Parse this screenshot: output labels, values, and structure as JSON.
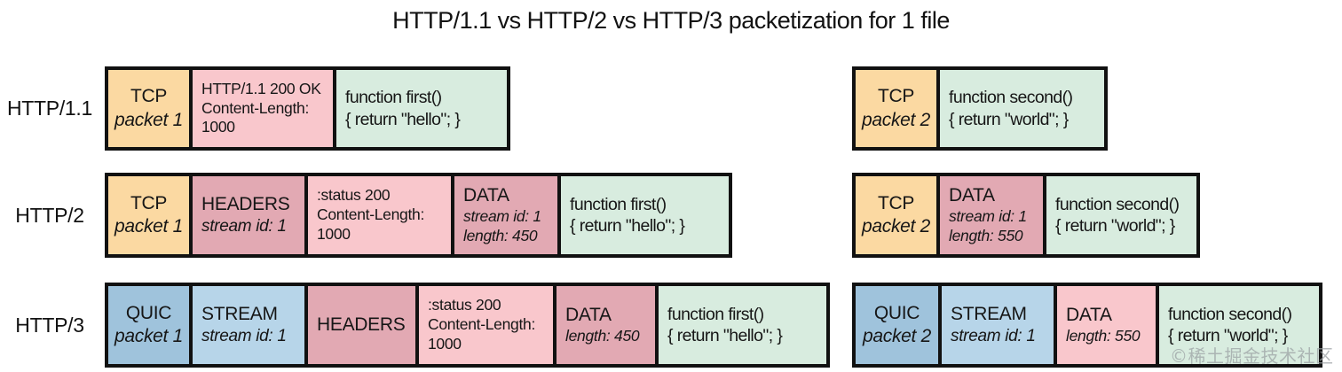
{
  "title": "HTTP/1.1 vs HTTP/2 vs HTTP/3 packetization for 1 file",
  "watermark": "©稀土掘金技术社区",
  "colors": {
    "tcp_quic_header_orange": "#fbd9a2",
    "frame_header_mauve": "#e2a9b3",
    "http_header_content_pink": "#f9c7cc",
    "payload_green": "#d8ecdf",
    "quic_header_blue": "#9fc3dc",
    "stream_frame_blue": "#b7d5e9",
    "border_black": "#111111",
    "background": "#ffffff"
  },
  "rows": [
    {
      "label": "HTTP/1.1",
      "packets": [
        {
          "cells": [
            {
              "kind": "tcp-header",
              "lines": [
                "TCP",
                "packet 1"
              ]
            },
            {
              "kind": "http-headers",
              "lines": [
                "HTTP/1.1 200 OK",
                "Content-Length:",
                "1000"
              ]
            },
            {
              "kind": "file-payload",
              "lines": [
                "function first()",
                "{ return \"hello\"; }"
              ]
            }
          ]
        },
        {
          "cells": [
            {
              "kind": "tcp-header",
              "lines": [
                "TCP",
                "packet 2"
              ]
            },
            {
              "kind": "file-payload",
              "lines": [
                "function second()",
                "{ return \"world\"; }"
              ]
            }
          ]
        }
      ]
    },
    {
      "label": "HTTP/2",
      "packets": [
        {
          "cells": [
            {
              "kind": "tcp-header",
              "lines": [
                "TCP",
                "packet 1"
              ]
            },
            {
              "kind": "headers-frame",
              "lines": [
                "HEADERS",
                "stream id: 1"
              ]
            },
            {
              "kind": "http-headers",
              "lines": [
                ":status 200",
                "Content-Length:",
                "1000"
              ]
            },
            {
              "kind": "data-frame",
              "lines": [
                "DATA",
                "stream id: 1",
                "length: 450"
              ]
            },
            {
              "kind": "file-payload",
              "lines": [
                "function first()",
                "{ return \"hello\"; }"
              ]
            }
          ]
        },
        {
          "cells": [
            {
              "kind": "tcp-header",
              "lines": [
                "TCP",
                "packet 2"
              ]
            },
            {
              "kind": "data-frame",
              "lines": [
                "DATA",
                "stream id: 1",
                "length: 550"
              ]
            },
            {
              "kind": "file-payload",
              "lines": [
                "function second()",
                "{ return \"world\"; }"
              ]
            }
          ]
        }
      ]
    },
    {
      "label": "HTTP/3",
      "packets": [
        {
          "cells": [
            {
              "kind": "quic-header",
              "lines": [
                "QUIC",
                "packet 1"
              ]
            },
            {
              "kind": "stream-frame",
              "lines": [
                "STREAM",
                "stream id: 1"
              ]
            },
            {
              "kind": "headers-frame",
              "lines": [
                "HEADERS"
              ]
            },
            {
              "kind": "http-headers",
              "lines": [
                ":status 200",
                "Content-Length:",
                "1000"
              ]
            },
            {
              "kind": "data-frame",
              "lines": [
                "DATA",
                "length: 450"
              ]
            },
            {
              "kind": "file-payload",
              "lines": [
                "function first()",
                "{ return \"hello\"; }"
              ]
            }
          ]
        },
        {
          "cells": [
            {
              "kind": "quic-header",
              "lines": [
                "QUIC",
                "packet 2"
              ]
            },
            {
              "kind": "stream-frame",
              "lines": [
                "STREAM",
                "stream id: 1"
              ]
            },
            {
              "kind": "data-frame",
              "lines": [
                "DATA",
                "length: 550"
              ]
            },
            {
              "kind": "file-payload",
              "lines": [
                "function second()",
                "{ return \"world\"; }"
              ]
            }
          ]
        }
      ]
    }
  ]
}
